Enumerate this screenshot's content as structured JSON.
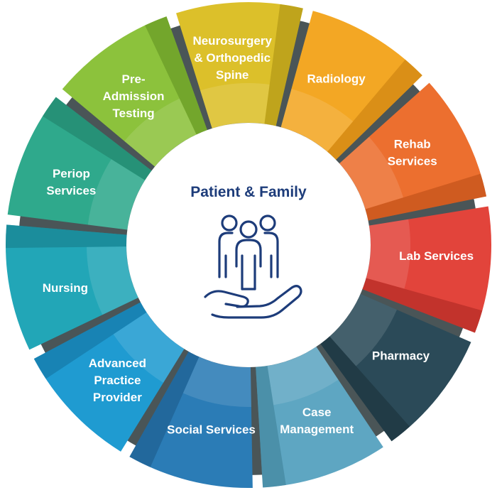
{
  "center": {
    "title": "Patient & Family",
    "icon": "people-in-hand-icon",
    "color": "#1d3c7a"
  },
  "segments": [
    {
      "id": "perioperative-services",
      "label": [
        "Periop",
        "Services"
      ],
      "color": "#2fa98c",
      "shade": "#1f7d66"
    },
    {
      "id": "pre-admission-testing",
      "label": [
        "Pre-",
        "Admission",
        "Testing"
      ],
      "color": "#8cc23c",
      "shade": "#5f8f1f"
    },
    {
      "id": "neurosurgery-orthopedic-spine",
      "label": [
        "Neurosurgery",
        "& Orthopedic",
        "Spine"
      ],
      "color": "#dcc02a",
      "shade": "#a88d10"
    },
    {
      "id": "radiology",
      "label": [
        "Radiology"
      ],
      "color": "#f3a724",
      "shade": "#c47c0c"
    },
    {
      "id": "rehab-services",
      "label": [
        "Rehab",
        "Services"
      ],
      "color": "#ec6f2f",
      "shade": "#b84a14"
    },
    {
      "id": "lab-services",
      "label": [
        "Lab Services"
      ],
      "color": "#e2443b",
      "shade": "#a82720"
    },
    {
      "id": "pharmacy",
      "label": [
        "Pharmacy"
      ],
      "color": "#2b4a58",
      "shade": "#1a2f39"
    },
    {
      "id": "case-management",
      "label": [
        "Case",
        "Management"
      ],
      "color": "#5ea6c2",
      "shade": "#3d7d96"
    },
    {
      "id": "social-services",
      "label": [
        "Social Services"
      ],
      "color": "#2b7cb6",
      "shade": "#1b5886"
    },
    {
      "id": "advanced-practice-provider",
      "label": [
        "Advanced",
        "Practice",
        "Provider"
      ],
      "color": "#1f9bd1",
      "shade": "#13709c"
    },
    {
      "id": "nursing",
      "label": [
        "Nursing"
      ],
      "color": "#22a6b7",
      "shade": "#167986"
    }
  ]
}
